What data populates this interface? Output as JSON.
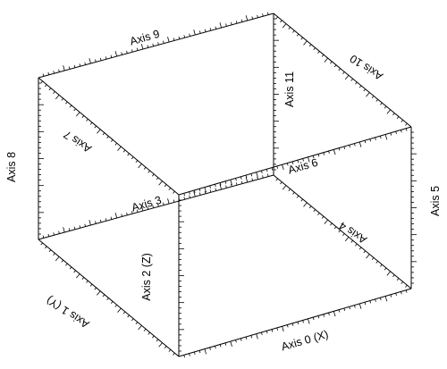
{
  "labels": {
    "axis0": "Axis 0 (X)",
    "axis1": "Axis 1 (Y)",
    "axis2": "Axis 2 (Z)",
    "axis3": "Axis 3",
    "axis4": "Axis 4",
    "axis5": "Axis 5",
    "axis6": "Axis 6",
    "axis7": "Axis 7",
    "axis8": "Axis 8",
    "axis9": "Axis 9",
    "axis10": "Axis 10",
    "axis11": "Axis 11"
  },
  "colors": {
    "line": "#000000",
    "background": "#ffffff"
  }
}
